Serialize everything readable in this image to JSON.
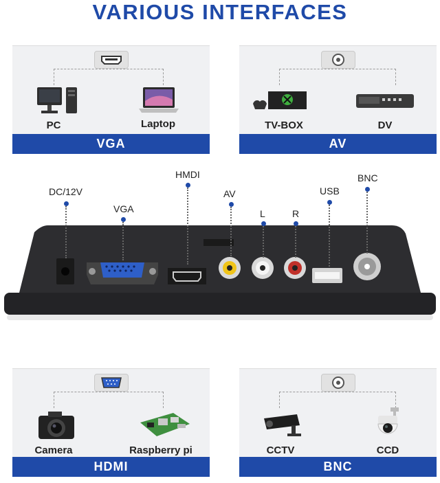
{
  "title": "VARIOUS INTERFACES",
  "cards": {
    "vga": {
      "band": "VGA",
      "left_label": "PC",
      "right_label": "Laptop",
      "chip_icon": "hdmi-port-icon"
    },
    "av": {
      "band": "AV",
      "left_label": "TV-BOX",
      "right_label": "DV",
      "chip_icon": "bnc-port-icon"
    },
    "hdmi": {
      "band": "HDMI",
      "left_label": "Camera",
      "right_label": "Raspberry pi",
      "chip_icon": "vga-port-icon"
    },
    "bnc": {
      "band": "BNC",
      "left_label": "CCTV",
      "right_label": "CCD",
      "chip_icon": "bnc-port-icon"
    }
  },
  "ports": {
    "dc": "DC/12V",
    "vga": "VGA",
    "hdmi": "HMDI",
    "av": "AV",
    "l": "L",
    "r": "R",
    "usb": "USB",
    "bnc": "BNC"
  },
  "colors": {
    "accent": "#1f4aa8",
    "card_bg": "#f0f1f3",
    "panel": "#2b2b2d"
  }
}
